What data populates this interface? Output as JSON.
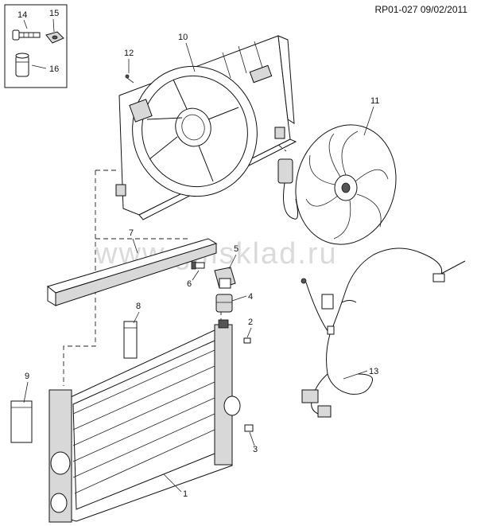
{
  "reference_code": "RP01-027 09/02/2011",
  "watermark": "www.gmsklad.ru",
  "callouts": {
    "c1": "1",
    "c2": "2",
    "c3": "3",
    "c4": "4",
    "c5": "5",
    "c6": "6",
    "c7": "7",
    "c8": "8",
    "c9": "9",
    "c10": "10",
    "c11": "11",
    "c12": "12",
    "c13": "13",
    "c14": "14",
    "c15": "15",
    "c16": "16"
  }
}
